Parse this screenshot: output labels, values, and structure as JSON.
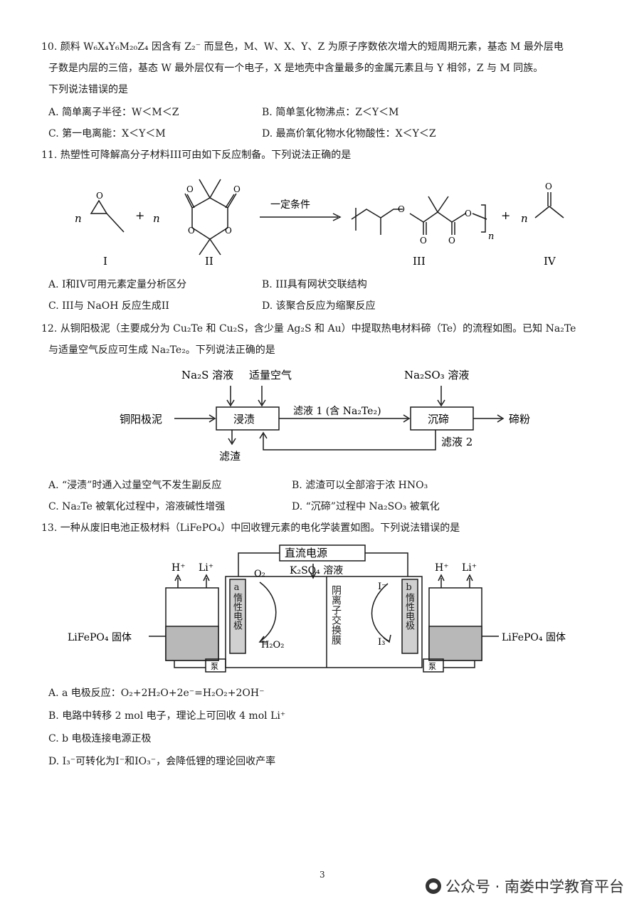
{
  "q10": {
    "line1": "10. 颜料 W₆X₄Y₆M₂₀Z₄ 因含有 Z₂⁻ 而显色，M、W、X、Y、Z 为原子序数依次增大的短周期元素，基态 M 最外层电",
    "line2": "子数是内层的三倍，基态 W 最外层仅有一个电子，X 是地壳中含量最多的金属元素且与 Y 相邻，Z 与 M 同族。",
    "line3": "下列说法错误的是",
    "A": "A.  简单离子半径：W＜M＜Z",
    "B": "B.  简单氢化物沸点：Z＜Y＜M",
    "C": "C.  第一电离能：X＜Y＜M",
    "D": "D.  最高价氧化物水化物酸性：X＜Y＜Z"
  },
  "q11": {
    "stem": "11.  热塑性可降解高分子材料III可由如下反应制备。下列说法正确的是",
    "n": "n",
    "plus": "+",
    "arrow_label": "一定条件",
    "sub_n": "n",
    "labels": [
      "I",
      "II",
      "III",
      "IV"
    ],
    "A": "A. I和IV可用元素定量分析区分",
    "B": "B. III具有网状交联结构",
    "C": "C. III与 NaOH 反应生成II",
    "D": "D.  该聚合反应为缩聚反应"
  },
  "q12": {
    "line1": "12.  从铜阳极泥（主要成分为 Cu₂Te 和 Cu₂S，含少量 Ag₂S 和 Au）中提取热电材料碲（Te）的流程如图。已知 Na₂Te",
    "line2": "与适量空气反应可生成 Na₂Te₂。下列说法正确的是",
    "flow": {
      "in1": "Na₂S 溶液",
      "in2": "适量空气",
      "in3": "Na₂SO₃ 溶液",
      "start": "铜阳极泥",
      "box1": "浸渍",
      "mid": "滤液 1 (含 Na₂Te₂)",
      "box2": "沉碲",
      "end": "碲粉",
      "residue": "滤渣",
      "recycle": "滤液 2"
    },
    "A": "A. “浸渍”时通入过量空气不发生副反应",
    "B": "B.  滤渣可以全部溶于浓 HNO₃",
    "C": "C. Na₂Te 被氧化过程中，溶液碱性增强",
    "D": "D. “沉碲”过程中 Na₂SO₃ 被氧化"
  },
  "q13": {
    "stem": "13.  一种从废旧电池正极材料（LiFePO₄）中回收锂元素的电化学装置如图。下列说法错误的是",
    "diagram": {
      "power": "直流电源",
      "electrolyte": "K₂SO₄ 溶液",
      "h_plus": "H⁺",
      "li_plus": "Li⁺",
      "o2": "O₂",
      "h2o2": "H₂O₂",
      "i_minus": "I⁻",
      "i3_minus": "I₃⁻",
      "electrode_a": "a惰性电极",
      "electrode_b": "b惰性电极",
      "membrane": "阴离子交换膜",
      "solid": "LiFePO₄ 固体",
      "pump": "泵"
    },
    "A": "A.  a 电极反应：O₂+2H₂O+2e⁻=H₂O₂+2OH⁻",
    "B": "B.  电路中转移 2 mol 电子，理论上可回收 4 mol Li⁺",
    "C": "C. b 电极连接电源正极",
    "D": "D.  I₃⁻可转化为I⁻和IO₃⁻，会降低锂的理论回收产率"
  },
  "page_number": "3",
  "watermark": "公众号 · 南娄中学教育平台"
}
